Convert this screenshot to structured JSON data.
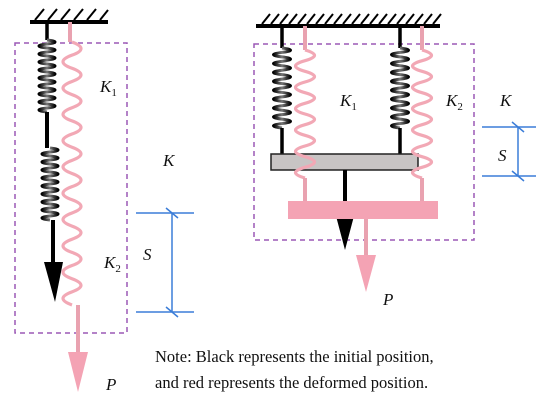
{
  "left_panel": {
    "k1_label": "K",
    "k1_sub": "1",
    "k2_label": "K",
    "k2_sub": "2",
    "k_label": "K",
    "s_label": "S",
    "p_label": "P"
  },
  "right_panel": {
    "k1_label": "K",
    "k1_sub": "1",
    "k2_label": "K",
    "k2_sub": "2",
    "k_label": "K",
    "s_label": "S",
    "p_label": "P"
  },
  "note": {
    "line1": "Note: Black represents the initial position,",
    "line2": "and red represents the deformed position."
  },
  "colors": {
    "initial": "#000000",
    "deformed": "#f2a8b5",
    "deformed_plate": "#f4a3b4",
    "initial_plate": "#c8c4c4",
    "dashed_box": "#9b59b6",
    "dimension": "#3b7dd8"
  }
}
